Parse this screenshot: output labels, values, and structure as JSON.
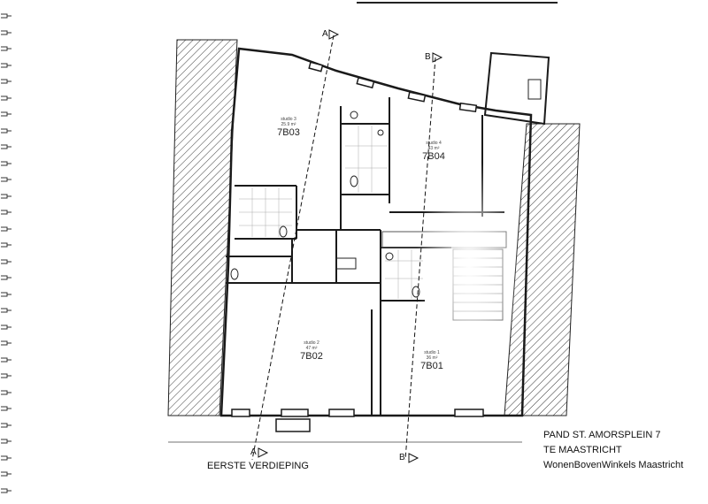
{
  "title_block": {
    "line1": "PAND ST. AMORSPLEIN 7",
    "line2": "TE MAASTRICHT",
    "line3": "WonenBovenWinkels Maastricht"
  },
  "floor_label": "EERSTE VERDIEPING",
  "rooms": [
    {
      "code": "7B03",
      "name": "studio 3",
      "area": "25.9 m²"
    },
    {
      "code": "7B04",
      "name": "studio 4",
      "area": "43 m²"
    },
    {
      "code": "7B02",
      "name": "studio 2",
      "area": "47 m²"
    },
    {
      "code": "7B01",
      "name": "studio 1",
      "area": "36 m²"
    }
  ],
  "section_markers": {
    "a_top": "A",
    "b_top": "B",
    "a_bottom": "A",
    "b_bottom": "B"
  },
  "colors": {
    "line": "#1a1a1a",
    "hatch": "#3a3a3a",
    "paper": "#ffffff"
  }
}
